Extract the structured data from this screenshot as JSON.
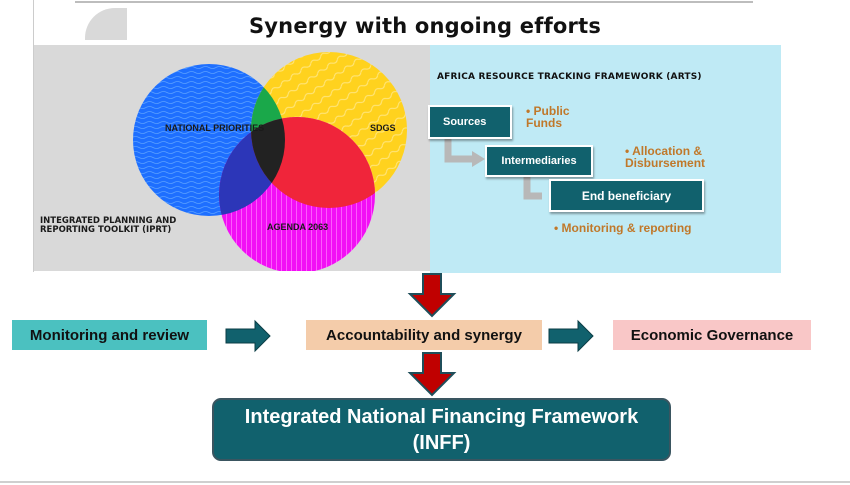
{
  "title": "Synergy with ongoing efforts",
  "venn": {
    "circle_1": "NATIONAL PRIORITIES",
    "circle_2": "SDGS",
    "circle_3": "AGENDA 2063",
    "toolkit_label": "INTEGRATED PLANNING AND REPORTING TOOLKIT (IPRT)",
    "colors": {
      "national_priorities": "#1e6fff",
      "sdgs": "#ffd21e",
      "agenda_2063": "#f20ff5",
      "center": "#222222"
    }
  },
  "arts": {
    "title": "AFRICA RESOURCE TRACKING FRAMEWORK (ARTS)",
    "boxes": [
      "Sources",
      "Intermediaries",
      "End beneficiary"
    ],
    "bullets": [
      "• Public\nFunds",
      "• Allocation &\nDisbursement",
      "• Monitoring & reporting"
    ]
  },
  "flow": {
    "left": "Monitoring and review",
    "center": "Accountability and synergy",
    "right": "Economic Governance",
    "bottom_line1": "Integrated National Financing Framework",
    "bottom_line2": "(INFF)"
  },
  "colors": {
    "teal": "#11616d",
    "down_arrow": "#c00000",
    "bullet_text": "#c0782a"
  }
}
